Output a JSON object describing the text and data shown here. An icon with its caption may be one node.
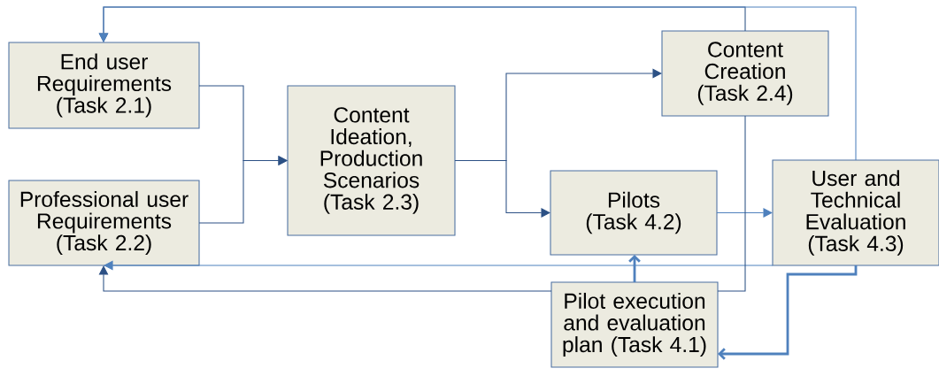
{
  "diagram": {
    "nodes": [
      {
        "text": [
          "End user Requirements (Task 2.1)"
        ]
      },
      {
        "text": [
          "Professional user Requirements (Task 2.2)"
        ]
      },
      {
        "text": [
          "Content Ideation, Production Scenarios (Task 2.3)"
        ]
      },
      {
        "text": [
          "Content Creation (Task 2.4)"
        ]
      },
      {
        "text": [
          "Pilots (Task 4.2)"
        ]
      },
      {
        "text": [
          "User and Technical Evaluation (Task 4.3)"
        ]
      },
      {
        "text": [
          "Pilot execution and evaluation plan (Task 4.1)"
        ]
      }
    ],
    "edges": [
      {
        "from": 0,
        "to": 2,
        "arrow": "to"
      },
      {
        "from": 1,
        "to": 2,
        "arrow": "to"
      },
      {
        "from": 2,
        "to": 3,
        "arrow": "to"
      },
      {
        "from": 2,
        "to": 4,
        "arrow": "to"
      },
      {
        "from": 4,
        "to": 5,
        "arrow": "to",
        "color": "#4f81bd"
      },
      {
        "from": 3,
        "to": 0,
        "arrow": "to"
      },
      {
        "from": 5,
        "to": 0,
        "arrow": "to",
        "color": "#4f81bd"
      },
      {
        "from": 5,
        "to": 1,
        "arrow": "to",
        "color": "#4f81bd"
      },
      {
        "from": 6,
        "to": 1,
        "arrow": "to"
      },
      {
        "from": 3,
        "to": 6,
        "arrow": "none"
      },
      {
        "from": 6,
        "to": 4,
        "arrow": "to",
        "style": "thick",
        "color": "#4f81bd"
      },
      {
        "from": 5,
        "to": 6,
        "arrow": "to",
        "style": "thick",
        "color": "#4f81bd"
      }
    ]
  }
}
